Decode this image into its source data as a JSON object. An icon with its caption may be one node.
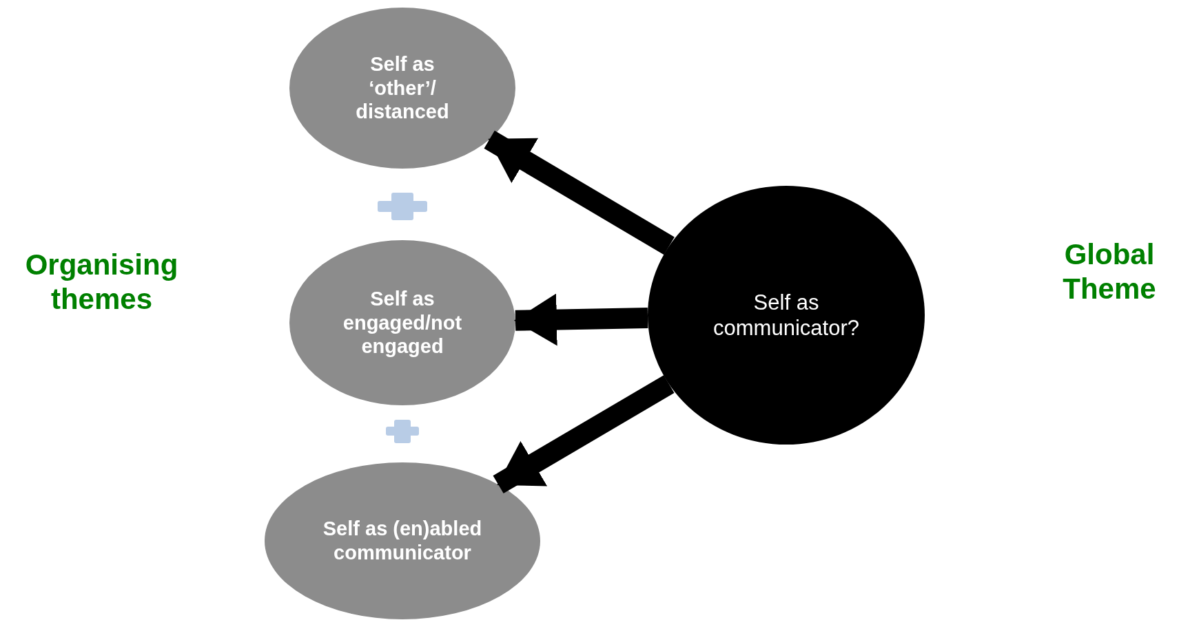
{
  "diagram": {
    "nodes": [
      {
        "text": [
          "Self as ‘other’/ distanced"
        ]
      },
      {
        "text": [
          "Self as engaged/not engaged"
        ]
      },
      {
        "text": [
          "Self as (en)abled communicator"
        ]
      },
      {
        "text": [
          "Self as communicator?"
        ]
      }
    ],
    "edges": [
      {
        "from": 3,
        "to": 0,
        "arrow": "to"
      },
      {
        "from": 3,
        "to": 1,
        "arrow": "to"
      },
      {
        "from": 3,
        "to": 2,
        "arrow": "to"
      }
    ],
    "labels": [
      "Organising themes",
      "Global Theme"
    ]
  }
}
